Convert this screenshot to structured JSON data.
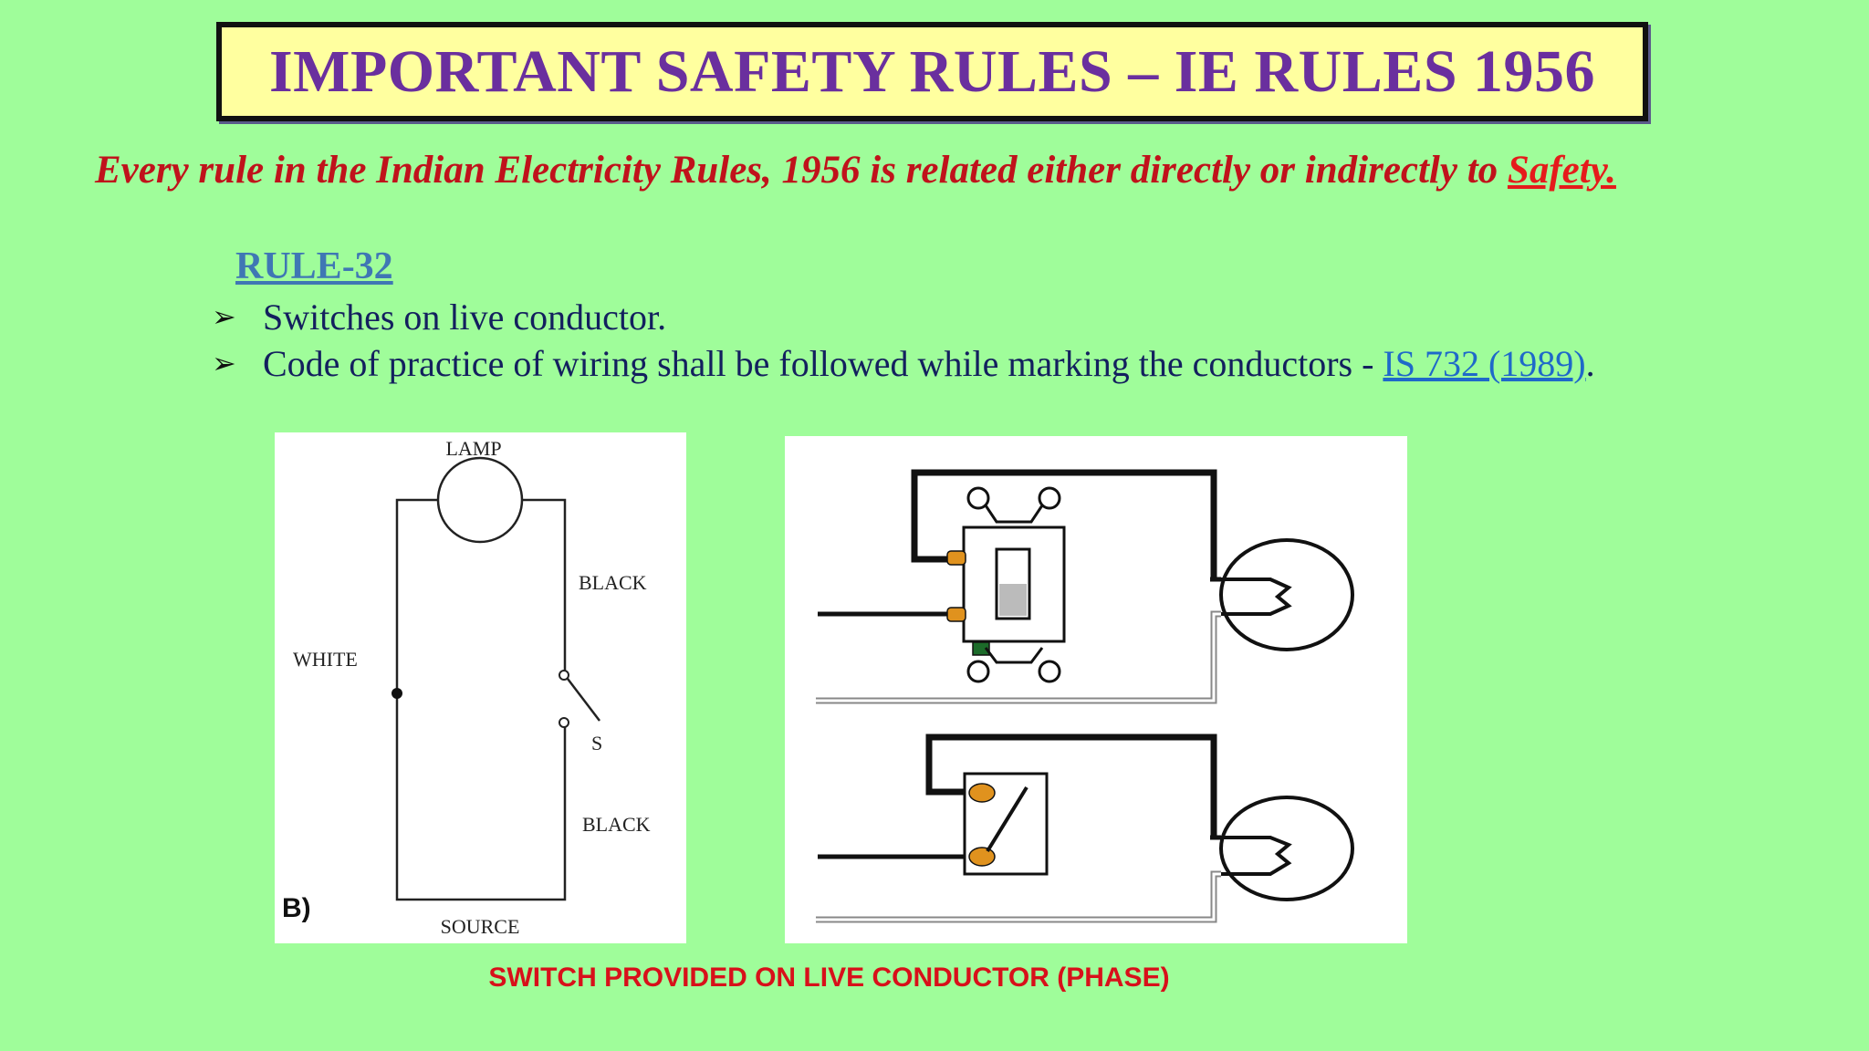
{
  "title": "IMPORTANT SAFETY RULES – IE RULES 1956",
  "intro": {
    "text": "Every rule in the Indian Electricity Rules, 1956 is related either directly or indirectly to ",
    "link": "Safety."
  },
  "rule": {
    "heading": "RULE-32",
    "bullets": [
      {
        "text": "Switches on live conductor."
      },
      {
        "text": "Code of practice of wiring shall be followed while marking the conductors - ",
        "ref": "IS 732 (1989)",
        "suffix": "."
      }
    ]
  },
  "diagram_left": {
    "lamp": "LAMP",
    "black_top": "BLACK",
    "white": "WHITE",
    "switch": "S",
    "black_bottom": "BLACK",
    "panel": "B)",
    "source": "SOURCE"
  },
  "caption": "SWITCH PROVIDED ON LIVE CONDUCTOR (PHASE)",
  "colors": {
    "background": "#9ffd9a",
    "title_fill": "#ffff9f",
    "title_text": "#6a2f9e",
    "intro_text": "#c0121b",
    "rule_heading": "#3f77b4",
    "bullet_text": "#13205e",
    "link": "#1f69c9",
    "terminal": "#e0921e"
  },
  "icons": [
    "arrow-bullet-icon",
    "lamp-icon",
    "switch-icon"
  ]
}
